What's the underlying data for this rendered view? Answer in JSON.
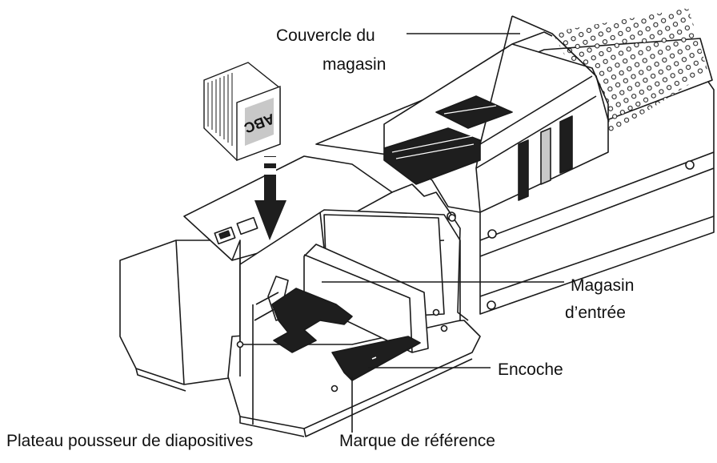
{
  "callouts": {
    "lid": {
      "line1": "Couvercle du",
      "line2": "magasin"
    },
    "input_magazine": {
      "line1": "Magasin",
      "line2": "d’entrée"
    },
    "notch": "Encoche",
    "pusher": "Plateau pousseur de diapositives",
    "reference_mark": "Marque de référence"
  },
  "slide_stack": {
    "text": "ABC"
  },
  "colors": {
    "line": "#1a1a1a",
    "fill": "#ffffff",
    "dark": "#1e1e1e",
    "grey": "#c8c8c8"
  }
}
